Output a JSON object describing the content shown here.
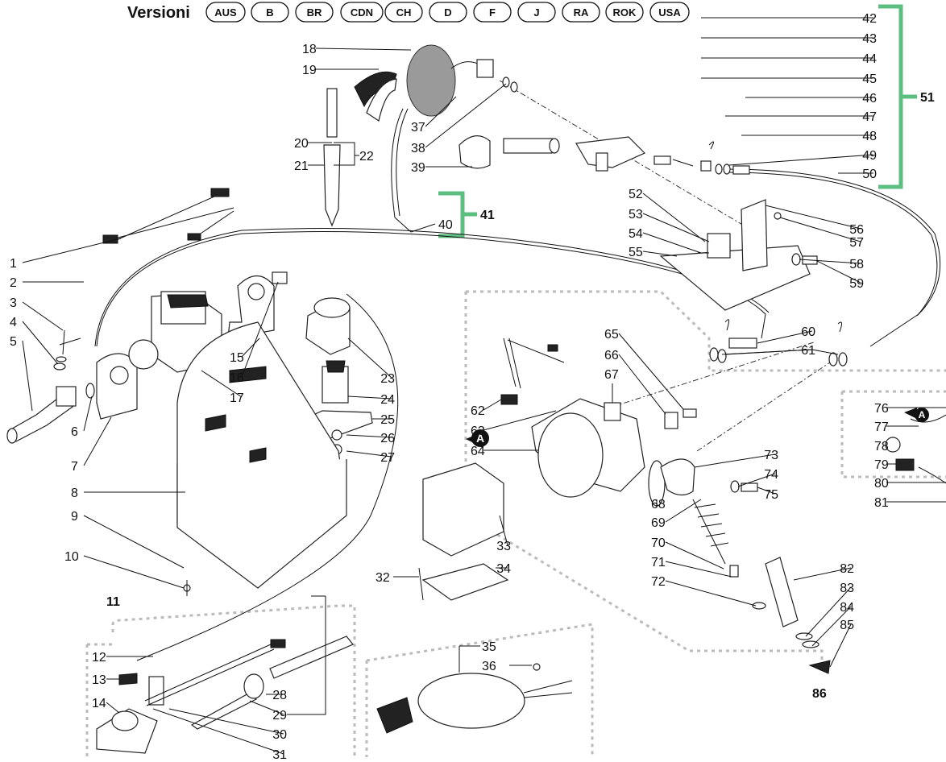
{
  "title": "Versioni",
  "versions": [
    "AUS",
    "B",
    "BR",
    "CDN",
    "CH",
    "D",
    "F",
    "J",
    "RA",
    "ROK",
    "USA"
  ],
  "section_marker": "A",
  "group_labels": {
    "g11": "11",
    "g41": "41",
    "g51": "51",
    "g86": "86"
  },
  "labels": [
    "1",
    "2",
    "3",
    "4",
    "5",
    "6",
    "7",
    "8",
    "9",
    "10",
    "12",
    "13",
    "14",
    "15",
    "16",
    "17",
    "18",
    "19",
    "20",
    "21",
    "22",
    "23",
    "24",
    "25",
    "26",
    "27",
    "28",
    "29",
    "30",
    "31",
    "32",
    "33",
    "34",
    "35",
    "36",
    "37",
    "38",
    "39",
    "40",
    "42",
    "43",
    "44",
    "45",
    "46",
    "47",
    "48",
    "49",
    "50",
    "52",
    "53",
    "54",
    "55",
    "56",
    "57",
    "58",
    "59",
    "60",
    "61",
    "62",
    "63",
    "64",
    "65",
    "66",
    "67",
    "68",
    "69",
    "70",
    "71",
    "72",
    "73",
    "74",
    "75",
    "76",
    "77",
    "78",
    "79",
    "80",
    "81",
    "82",
    "83",
    "84",
    "85"
  ],
  "colors": {
    "bracket": "#5cbf80",
    "dotted_box": "#bbbbbb",
    "line": "#111111"
  }
}
